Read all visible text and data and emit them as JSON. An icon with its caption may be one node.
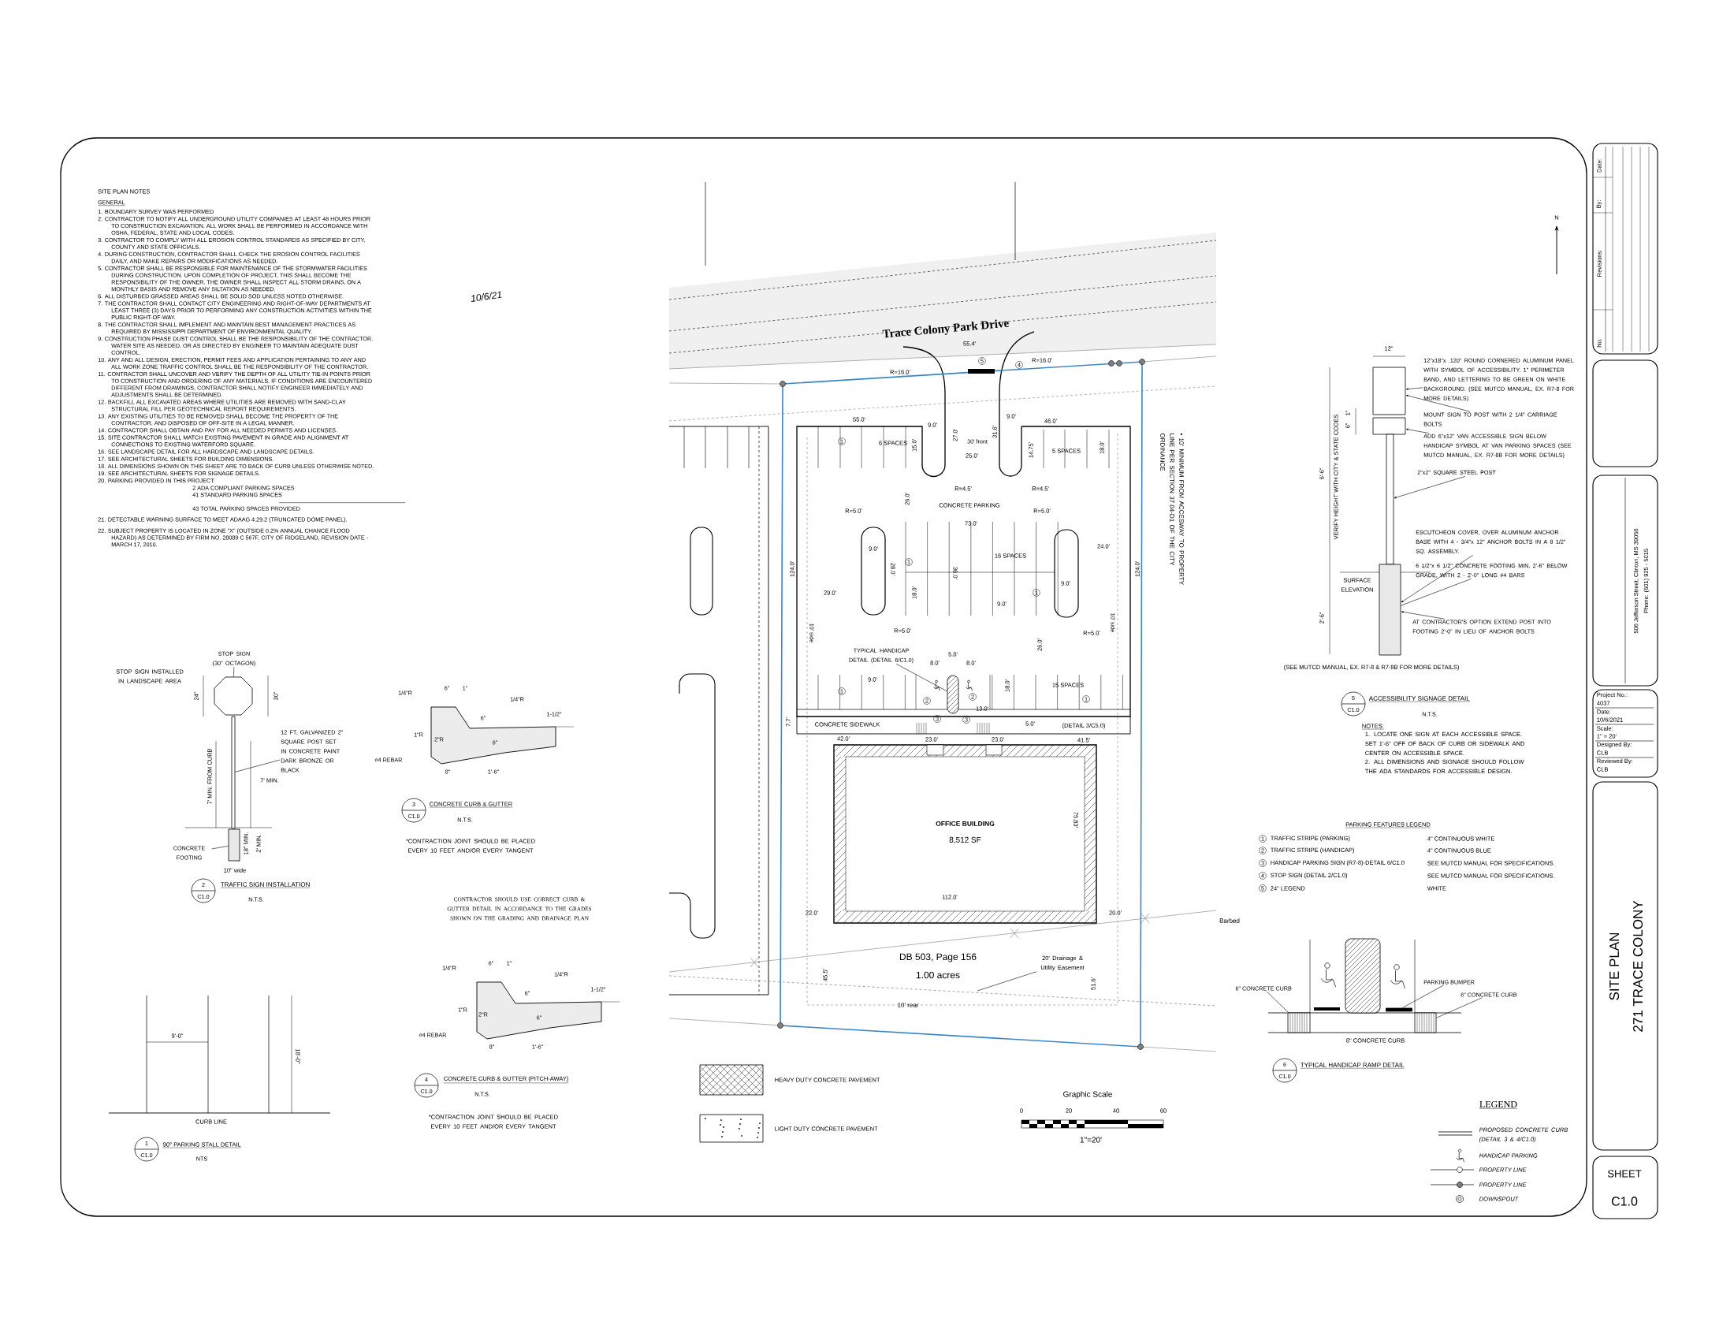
{
  "diagram": {
    "nodes": [
      {
        "text": [
          "OFFICE BUILDING",
          "8,512 SF"
        ]
      },
      {
        "text": [
          "TYPICAL HANDICAP DETAIL (DETAIL 6/C1.0)"
        ]
      },
      {
        "text": [],
        "shape": "box"
      },
      {
        "text": [
          "20' Drainage & Utility Easement"
        ]
      },
      {
        "text": [],
        "shape": "box"
      },
      {
        "text": [],
        "shape": "box"
      },
      {
        "text": [],
        "shape": "bar"
      },
      {
        "text": [
          "12\"x18\"x .120\" ROUND CORNERED ALUMINUM PANEL WITH SYMBOL OF ACCESSIBILITY. 1\" PERIMETER BAND, AND LETTERING TO BE GREEN ON WHITE BACKGROUND. (SEE MUTCD MANUAL, EX. R7-8 FOR MORE DETAILS)"
        ]
      },
      {
        "text": [
          "MOUNT SIGN TO POST WITH 2 1/4\" CARRIAGE BOLTS"
        ]
      },
      {
        "text": [
          "ADD 6\"x12\" VAN ACCESSIBLE SIGN BELOW HANDICAP SYMBOL AT VAN PARKING SPACES (SEE MUTCD MANUAL, EX. R7-8B FOR MORE DETAILS)"
        ]
      },
      {
        "text": [
          "2\"x2\" SQUARE STEEL POST"
        ]
      },
      {
        "text": [
          "ESCUTCHEON COVER, OVER ALUMINUM ANCHOR BASE WITH 4 - 3/4\"x 12\" ANCHOR BOLTS IN A 8 1/2\" SQ. ASSEMBLY."
        ]
      },
      {
        "text": [],
        "shape": "box"
      },
      {
        "text": [
          "6 1/2\"x 6 1/2\" CONCRETE FOOTING MIN. 2'-6\" BELOW GRADE, WITH 2 - 2'-0\" LONG #4 BARS"
        ]
      },
      {
        "text": [
          "AT CONTRACTOR'S OPTION EXTEND POST INTO FOOTING 2'-0\" IN LIEU OF ANCHOR BOLTS"
        ]
      },
      {
        "text": [],
        "shape": "box"
      },
      {
        "text": [
          "6\" CONCRETE CURB"
        ]
      },
      {
        "text": [
          "PARKING BUMPER"
        ]
      },
      {
        "text": [],
        "shape": "bar"
      },
      {
        "text": [
          "6\" CONCRETE CURB"
        ]
      },
      {
        "text": [
          "STOP SIGN (30\" OCTAGON)"
        ]
      },
      {
        "text": [],
        "shape": "octagon"
      },
      {
        "text": [
          "12 FT. GALVANIZED 2\" SQUARE POST SET IN CONCRETE PAINT DARK BRONZE OR BLACK"
        ]
      },
      {
        "text": [],
        "shape": "bar"
      },
      {
        "text": [
          "CONCRETE FOOTING"
        ]
      },
      {
        "text": [],
        "shape": "box"
      },
      {
        "text": [],
        "shape": "box"
      },
      {
        "text": [],
        "shape": "box"
      }
    ],
    "edges": [
      {
        "from": 1,
        "to": 2,
        "arrow": "none"
      },
      {
        "from": 3,
        "to": null,
        "arrow": "none"
      },
      {
        "from": 7,
        "to": 4,
        "arrow": "to"
      },
      {
        "from": 8,
        "to": 4,
        "arrow": "to"
      },
      {
        "from": 9,
        "to": 5,
        "arrow": "to"
      },
      {
        "from": 10,
        "to": 6,
        "arrow": "to"
      },
      {
        "from": 11,
        "to": 12,
        "arrow": "to"
      },
      {
        "from": 13,
        "to": 12,
        "arrow": "none"
      },
      {
        "from": 14,
        "to": 12,
        "arrow": "to"
      },
      {
        "from": 16,
        "to": 26,
        "arrow": "none"
      },
      {
        "from": 17,
        "to": 18,
        "arrow": "none"
      },
      {
        "from": 19,
        "to": 27,
        "arrow": "none"
      },
      {
        "from": 20,
        "to": 21,
        "arrow": "none"
      },
      {
        "from": 22,
        "to": 23,
        "arrow": "none"
      },
      {
        "from": 24,
        "to": 25,
        "arrow": "none"
      }
    ],
    "labels": [
      "SITE PLAN NOTES",
      "GENERAL",
      "1. BOUNDARY SURVEY WAS PERFORMED",
      "2. CONTRACTOR TO NOTIFY ALL UNDERGROUND UTILITY COMPANIES AT LEAST 48 HOURS PRIOR TO CONSTRUCTION EXCAVATION. ALL WORK SHALL BE PERFORMED IN ACCORDANCE WITH OSHA, FEDERAL, STATE AND LOCAL CODES.",
      "3. CONTRACTOR TO COMPLY WITH ALL EROSION CONTROL STANDARDS AS SPECIFIED BY CITY, COUNTY AND STATE OFFICIALS.",
      "4. DURING CONSTRUCTION, CONTRACTOR SHALL CHECK THE EROSION CONTROL FACILITIES DAILY, AND MAKE REPAIRS OR MODIFICATIONS AS NEEDED.",
      "5. CONTRACTOR SHALL BE RESPONSIBLE FOR MAINTENANCE OF THE STORMWATER FACILITIES DURING CONSTRUCTION. UPON COMPLETION OF PROJECT, THIS SHALL BECOME THE RESPONSIBILITY OF THE OWNER. THE OWNER SHALL INSPECT ALL STORM DRAINS, ON A MONTHLY BASIS AND REMOVE ANY SILTATION AS NEEDED.",
      "6. ALL DISTURBED GRASSED AREAS SHALL BE SOLID SOD UNLESS NOTED OTHERWISE.",
      "7. THE CONTRACTOR SHALL CONTACT CITY ENGINEERING AND RIGHT-OF-WAY DEPARTMENTS AT LEAST THREE (3) DAYS PRIOR TO PERFORMING ANY CONSTRUCTION ACTIVITIES WITHIN THE PUBLIC RIGHT-OF-WAY.",
      "8. THE CONTRACTOR SHALL IMPLEMENT AND MAINTAIN BEST MANAGEMENT PRACTICES AS REQUIRED BY MISSISSIPPI DEPARTMENT OF ENVIRONMENTAL QUALITY.",
      "9. CONSTRUCTION PHASE DUST CONTROL SHALL BE THE RESPONSIBILITY OF THE CONTRACTOR. WATER SITE AS NEEDED, OR AS DIRECTED BY ENGINEER TO MAINTAIN ADEQUATE DUST CONTROL.",
      "10. ANY AND ALL DESIGN, ERECTION, PERMIT FEES AND APPLICATION PERTAINING TO ANY AND ALL WORK ZONE TRAFFIC CONTROL SHALL BE THE RESPONSIBILITY OF THE CONTRACTOR.",
      "11. CONTRACTOR SHALL UNCOVER AND VERIFY THE DEPTH OF ALL UTILITY TIE-IN POINTS PRIOR TO CONSTRUCTION AND ORDERING OF ANY MATERIALS. IF CONDITIONS ARE ENCOUNTERED DIFFERENT FROM DRAWINGS, CONTRACTOR SHALL NOTIFY ENGINEER IMMEDIATELY AND ADJUSTMENTS SHALL BE DETERMINED.",
      "12. BACKFILL ALL EXCAVATED AREAS WHERE UTILITIES ARE REMOVED WITH SAND-CLAY STRUCTURAL FILL PER GEOTECHNICAL REPORT REQUIREMENTS.",
      "13. ANY EXISTING UTILITIES TO BE REMOVED SHALL BECOME THE PROPERTY OF THE CONTRACTOR, AND DISPOSED OF OFF-SITE IN A LEGAL MANNER.",
      "14. CONTRACTOR SHALL OBTAIN AND PAY FOR ALL NEEDED PERMITS AND LICENSES.",
      "15. SITE CONTRACTOR SHALL MATCH EXISTING PAVEMENT IN GRADE AND ALIGNMENT AT CONNECTIONS TO EXISTING WATERFORD SQUARE.",
      "16. SEE LANDSCAPE DETAIL FOR ALL HARDSCAPE AND LANDSCAPE DETAILS.",
      "17. SEE ARCHITECTURAL SHEETS FOR BUILDING DIMENSIONS.",
      "18. ALL DIMENSIONS SHOWN ON THIS SHEET ARE TO BACK OF CURB UNLESS OTHERWISE NOTED.",
      "19. SEE ARCHITECTURAL SHEETS FOR SIGNAGE DETAILS.",
      "20. PARKING PROVIDED IN THIS PROJECT:",
      "2 ADA COMPLIANT PARKING SPACES",
      "41 STANDARD PARKING SPACES",
      "43 TOTAL PARKING SPACES PROVIDED",
      "21. DETECTABLE WARNING SURFACE TO MEET ADAAG 4.29.2 (TRUNCATED DOME PANEL).",
      "22. SUBJECT PROPERTY IS LOCATED IN ZONE \"X\" (OUTSIDE 0.2% ANNUAL CHANCE FLOOD HAZARD) AS DETERMINED BY FIRM NO. 28089 C 567F, CITY OF RIDGELAND, REVISION DATE - MARCH 17, 2010.",
      "10/6/21",
      "Trace Colony Park Drive",
      "55.4'",
      "R=16.0'",
      "5",
      "4",
      "R=16.0'",
      "55.0'",
      "9.0'",
      "27.0'",
      "31.6'",
      "9.0'",
      "46.0'",
      "1",
      "6 SPACES",
      "15.0'",
      "30' front",
      "25.0'",
      "14.75'",
      "5 SPACES",
      "18.0'",
      "R=4.5'",
      "R=4.5'",
      "26.0'",
      "CONCRETE PARKING",
      "R=5.0'",
      "73.0'",
      "R=5.0'",
      "9.0'",
      "24.0'",
      "1",
      "28.0'",
      "36.0'",
      "16 SPACES",
      "124.0'",
      "124.0'",
      "29.0'",
      "9.0'",
      "18.0'",
      "1",
      "9.0'",
      "R=5.0'",
      "R=5.0'",
      "10' side",
      "10' side",
      "26.0'",
      "8.0'",
      "5.0'",
      "8.0'",
      "9.0'",
      "1",
      "18.0'",
      "15 SPACES",
      "2",
      "2",
      "1",
      "13.0'",
      "3",
      "3",
      "7.7'",
      "CONCRETE SIDEWALK",
      "5.0'",
      "(DETAIL 3/C5.0)",
      "42.0'",
      "23.0'",
      "23.0'",
      "41.5'",
      "75.83'",
      "112.0'",
      "22.0'",
      "20.0'",
      "Barbed",
      "DB 503, Page 156",
      "1.00 acres",
      "45.5'",
      "51.6'",
      "10' rear",
      "• 10' MINIMUM FROM ACCESWAY TO PROPERTY LINE PER SECTION 37.04-D1 OF THE CITY ORDINANCE",
      "12\"",
      "6'-6\"",
      "VERIFY HEIGHT WITH CITY & STATE CODES",
      "1\"",
      "6\"",
      "SURFACE ELEVATION",
      "2'-6\"",
      "(SEE MUTCD MANUAL, EX. R7-8 & R7-8B FOR MORE DETAILS)",
      "5",
      "C1.0",
      "ACCESSIBILITY SIGNAGE DETAIL",
      "N.T.S.",
      "NOTES:",
      "1. LOCATE ONE SIGN AT EACH ACCESSIBLE SPACE. SET 1'-6\" OFF OF BACK OF CURB OR SIDEWALK AND CENTER ON ACCESSIBLE SPACE.",
      "2. ALL DIMENSIONS AND SIGNAGE SHOULD FOLLOW THE ADA STANDARDS FOR ACCESSIBLE DESIGN.",
      "No.",
      "Revisions:",
      "By:",
      "Date:",
      "506 Jefferson Street, Clinton, MS 39056",
      "Phone: (601) 925 - 5015",
      "Project No.:",
      "4037",
      "Date:",
      "10/6/2021",
      "Scale:",
      "1\" = 20'",
      "Designed By:",
      "CLB",
      "Reviewed By:",
      "CLB",
      "SITE PLAN",
      "271 TRACE COLONY",
      "SHEET",
      "C1.0",
      "STOP SIGN INSTALLED IN LANDSCAPE AREA",
      "24\"",
      "30\"",
      "7' MIN. FROM CURB",
      "7' MIN.",
      "18\" MIN.",
      "2' MIN.",
      "10\" wide",
      "2",
      "C1.0",
      "TRAFFIC SIGN INSTALLATION",
      "N.T.S.",
      "1/4\"R",
      "6\"",
      "1\"",
      "1/4\"R",
      "1-1/2\"",
      "1\"R",
      "2\"R",
      "6\"",
      "6\"",
      "#4 REBAR",
      "8\"",
      "1'-6\"",
      "3",
      "C1.0",
      "CONCRETE CURB & GUTTER",
      "N.T.S.",
      "*CONTRACTION JOINT SHOULD BE PLACED EVERY 10 FEET AND/OR EVERY TANGENT",
      "CONTRACTOR SHOULD USE CORRECT CURB & GUTTER DETAIL IN ACCORDANCE TO THE GRADES SHOWN ON THE GRADING AND DRAINAGE PLAN",
      "1/4\"R",
      "6\"",
      "1\"",
      "1/4\"R",
      "1-1/2\"",
      "1\"R",
      "2\"R",
      "6\"",
      "6\"",
      "#4 REBAR",
      "8\"",
      "1'-6\"",
      "4",
      "C1.0",
      "CONCRETE CURB & GUTTER (PITCH-AWAY)",
      "N.T.S.",
      "*CONTRACTION JOINT SHOULD BE PLACED EVERY 10 FEET AND/OR EVERY TANGENT",
      "9'-0\"",
      "18'-0\"",
      "CURB LINE",
      "1",
      "C1.0",
      "90° PARKING STALL DETAIL",
      "NTS",
      "Graphic Scale",
      "0",
      "20",
      "40",
      "60",
      "1\"=20'",
      "PARKING FEATURES LEGEND",
      "1",
      "TRAFFIC STRIPE (PARKING)",
      "4\" CONTINUOUS WHITE",
      "2",
      "TRAFFIC STRIPE (HANDICAP)",
      "4\" CONTINUOUS BLUE",
      "3",
      "HANDICAP PARKING SIGN (R7-8)-DETAIL 6/C1.0",
      "SEE MUTCD MANUAL FOR SPECIFICATIONS.",
      "4",
      "STOP SIGN (DETAIL 2/C1.0)",
      "SEE MUTCD MANUAL FOR SPECIFICATIONS.",
      "5",
      "24\" LEGEND",
      "WHITE",
      "8\" CONCRETE CURB",
      "6",
      "C1.0",
      "TYPICAL HANDICAP RAMP DETAIL",
      "LEGEND",
      "N"
    ],
    "legend": [
      {
        "text": "HEAVY DUTY CONCRETE PAVEMENT"
      },
      {
        "text": "LIGHT DUTY CONCRETE PAVEMENT"
      },
      {
        "text": "PROPOSED CONCRETE CURB (DETAIL 3 & 4/C1.0)"
      },
      {
        "text": "HANDICAP PARKING"
      },
      {
        "text": "PROPERTY LINE"
      },
      {
        "text": "PROPERTY LINE"
      },
      {
        "text": "DOWNSPOUT"
      }
    ]
  }
}
